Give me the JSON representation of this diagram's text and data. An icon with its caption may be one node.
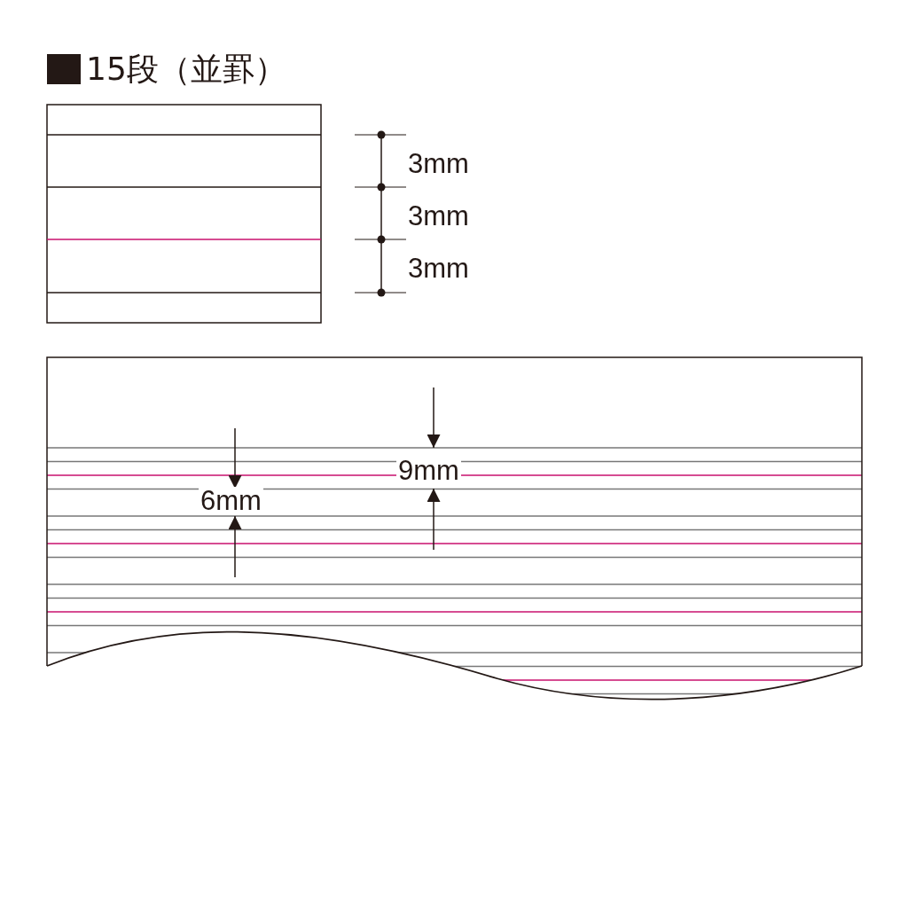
{
  "diagram": {
    "title": "15段（並罫）",
    "labels": [
      "3mm",
      "3mm",
      "3mm",
      "9mm",
      "6mm"
    ]
  }
}
